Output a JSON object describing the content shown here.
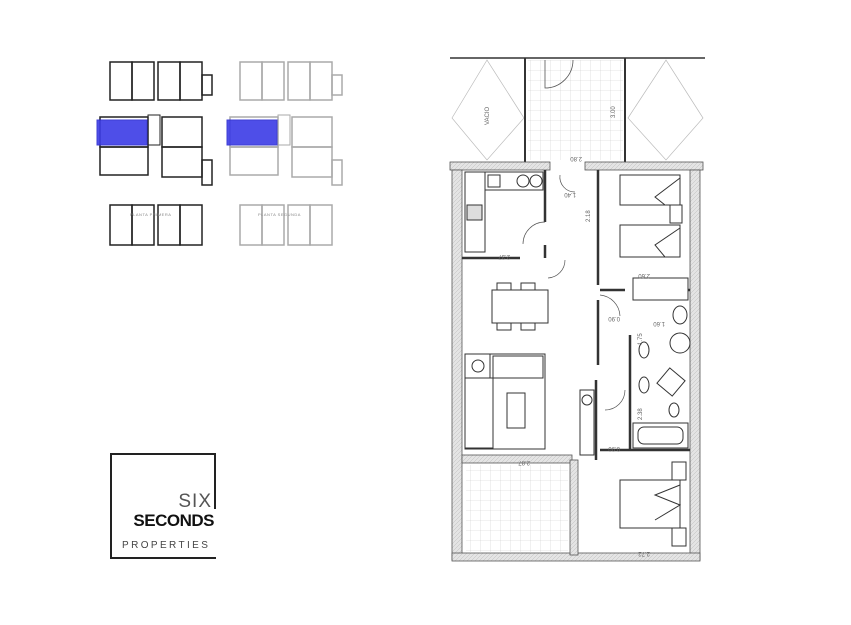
{
  "thumbnails": [
    {
      "caption": "PLANTA PRIMERA",
      "highlight_color": "#3b3be6"
    },
    {
      "caption": "PLANTA SEGUNDA",
      "highlight_color": "#3b3be6"
    }
  ],
  "logo": {
    "line1": "SIX",
    "line2": "SECONDS",
    "line3": "PROPERTIES"
  },
  "plan": {
    "void_label": "VACIO",
    "dimensions": {
      "balcony_depth": "3.00",
      "balcony_width": "2.80",
      "hall_length": "2.18",
      "hall_width": "1.40",
      "kitchen_width": "2.37",
      "bedroom1_width": "2.60",
      "door1": "0.90",
      "bath1_width": "1.60",
      "bath1_depth": "1.75",
      "bath2_depth": "2.38",
      "door2": "0.90",
      "living_width": "2.87",
      "bedroom2_width": "2.72"
    }
  }
}
